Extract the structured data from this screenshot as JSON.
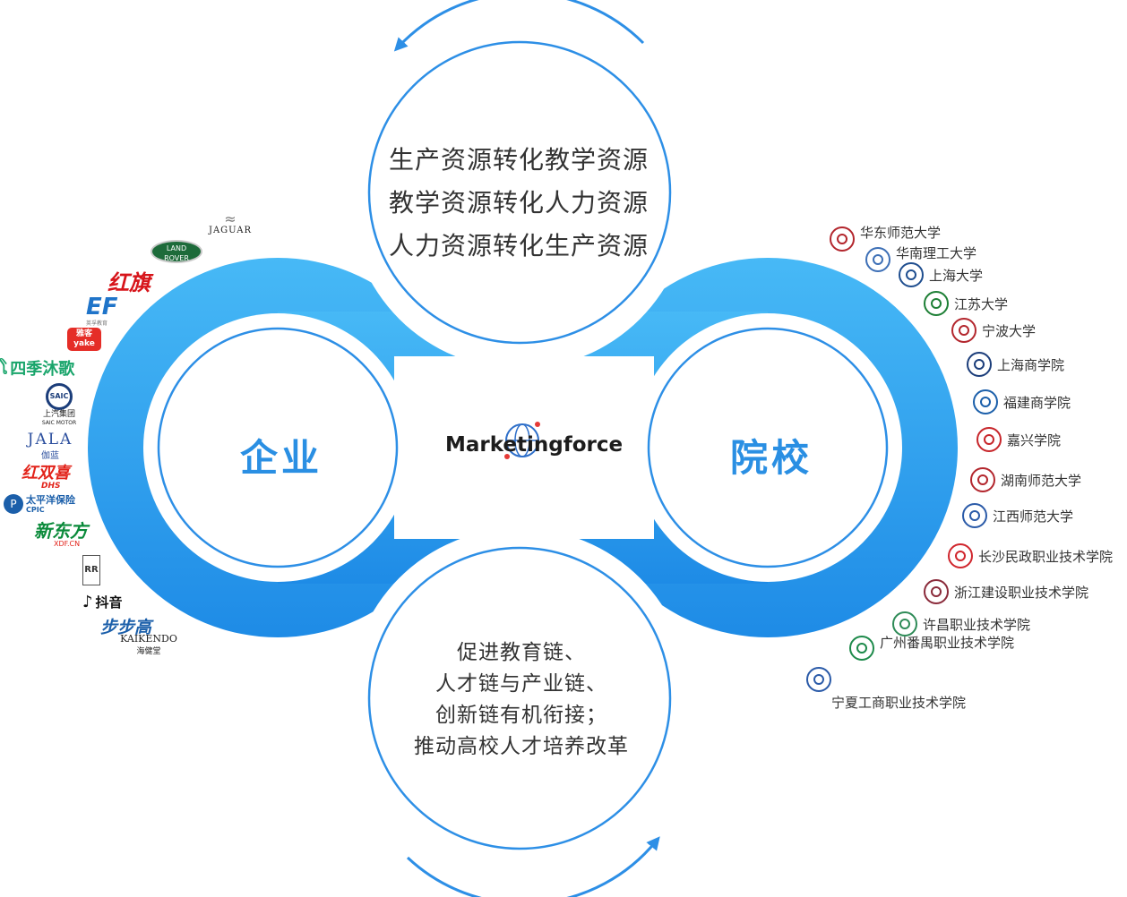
{
  "center_logo": "Marketingforce",
  "enterprise_label": "企业",
  "school_label": "院校",
  "top_circle_lines": [
    "生产资源转化教学资源",
    "教学资源转化人力资源",
    "人力资源转化生产资源"
  ],
  "bottom_circle_lines": [
    "促进教育链、",
    "人才链与产业链、",
    "创新链有机衔接；",
    "推动高校人才培养改革"
  ],
  "enterprise_logos": {
    "jaguar": "JAGUAR",
    "land_rover_1": "LAND",
    "land_rover_2": "ROVER",
    "hongqi": "红旗",
    "ef": "EF",
    "ef_sub": "英孚教育",
    "yake": "雅客",
    "yake_sub": "yake",
    "sijimuge": "四季沐歌",
    "saic_badge": "SAIC",
    "saic_cn": "上汽集团",
    "saic_en": "SAIC MOTOR",
    "jala": "JALA",
    "jala_cn": "伽蓝",
    "hongshuangxi": "红双喜",
    "dhs": "DHS",
    "cpic_cn": "太平洋保险",
    "cpic_en": "CPIC",
    "xdf": "新东方",
    "xdf_sub": "XDF.CN",
    "rolls_royce": "RR",
    "douyin": "抖音",
    "bubugao": "步步高",
    "kaikendo": "KAIKENDO",
    "kaikendo_cn": "海健堂"
  },
  "schools": [
    "华东师范大学",
    "华南理工大学",
    "上海大学",
    "江苏大学",
    "宁波大学",
    "上海商学院",
    "福建商学院",
    "嘉兴学院",
    "湖南师范大学",
    "江西师范大学",
    "长沙民政职业技术学院",
    "浙江建设职业技术学院",
    "许昌职业技术学院",
    "广州番禺职业技术学院",
    "宁夏工商职业技术学院"
  ],
  "colors": {
    "ring_light": "#45b6f5",
    "ring_dark": "#1d8ce8",
    "arrow": "#2d8fe6",
    "label": "#2a8fe3",
    "text": "#333333"
  }
}
